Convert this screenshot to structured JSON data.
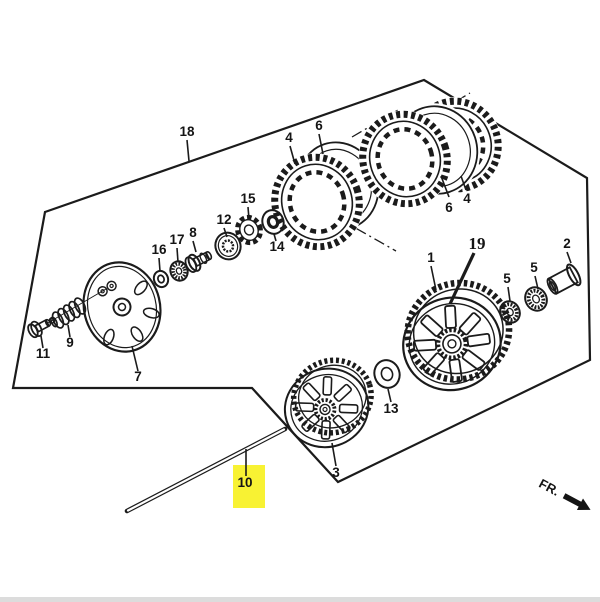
{
  "diagram": {
    "type": "exploded-parts-diagram",
    "subject": "clutch-assembly",
    "fr_label": "FR.",
    "line_color": "#1b1b1b",
    "background_color": "#ffffff",
    "highlight_color": "#f8f233",
    "bottom_bar_color": "#dcdcdc",
    "highlighted_part": "10"
  },
  "callouts": [
    {
      "part": "18"
    },
    {
      "part": "4"
    },
    {
      "part": "6"
    },
    {
      "part": "6"
    },
    {
      "part": "4"
    },
    {
      "part": "15"
    },
    {
      "part": "12"
    },
    {
      "part": "14"
    },
    {
      "part": "8"
    },
    {
      "part": "17"
    },
    {
      "part": "16"
    },
    {
      "part": "7"
    },
    {
      "part": "9"
    },
    {
      "part": "11"
    },
    {
      "part": "1"
    },
    {
      "part": "19"
    },
    {
      "part": "2"
    },
    {
      "part": "5"
    },
    {
      "part": "5"
    },
    {
      "part": "13"
    },
    {
      "part": "3"
    },
    {
      "part": "10"
    }
  ]
}
